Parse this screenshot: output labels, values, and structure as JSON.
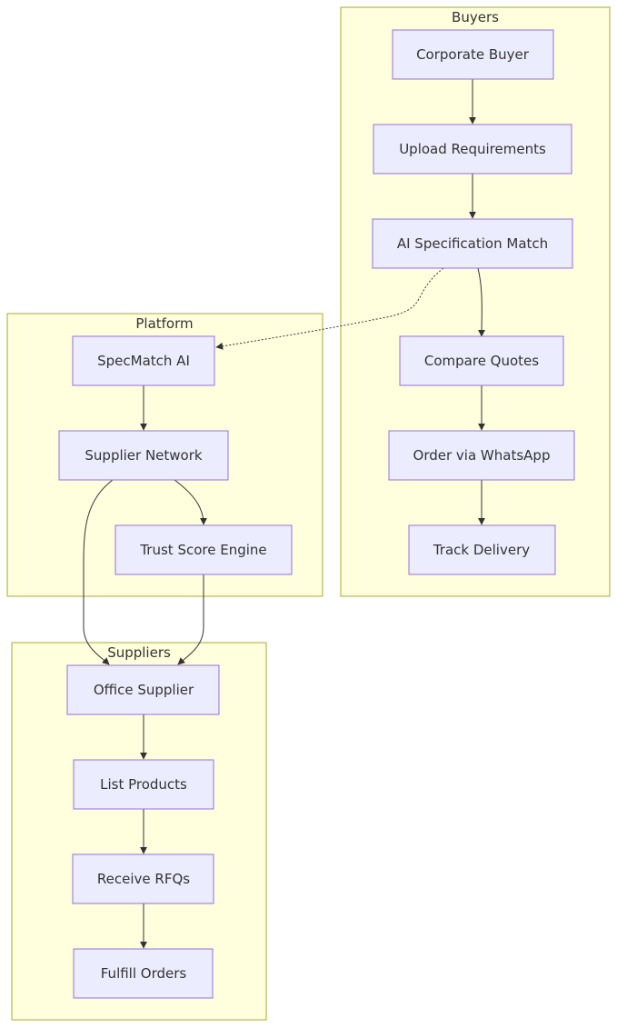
{
  "groups": {
    "buyers": {
      "title": "Buyers",
      "nodes": {
        "corporate_buyer": "Corporate Buyer",
        "upload_requirements": "Upload Requirements",
        "ai_specification_match": "AI Specification Match",
        "compare_quotes": "Compare Quotes",
        "order_via_whatsapp": "Order via WhatsApp",
        "track_delivery": "Track Delivery"
      }
    },
    "platform": {
      "title": "Platform",
      "nodes": {
        "specmatch_ai": "SpecMatch AI",
        "supplier_network": "Supplier Network",
        "trust_score_engine": "Trust Score Engine"
      }
    },
    "suppliers": {
      "title": "Suppliers",
      "nodes": {
        "office_supplier": "Office Supplier",
        "list_products": "List Products",
        "receive_rfqs": "Receive RFQs",
        "fulfill_orders": "Fulfill Orders"
      }
    }
  },
  "colors": {
    "cluster_fill": "#ffffde",
    "cluster_stroke": "#aaaa33",
    "node_fill": "#ececff",
    "node_stroke": "#9370db",
    "edge": "#333333"
  }
}
